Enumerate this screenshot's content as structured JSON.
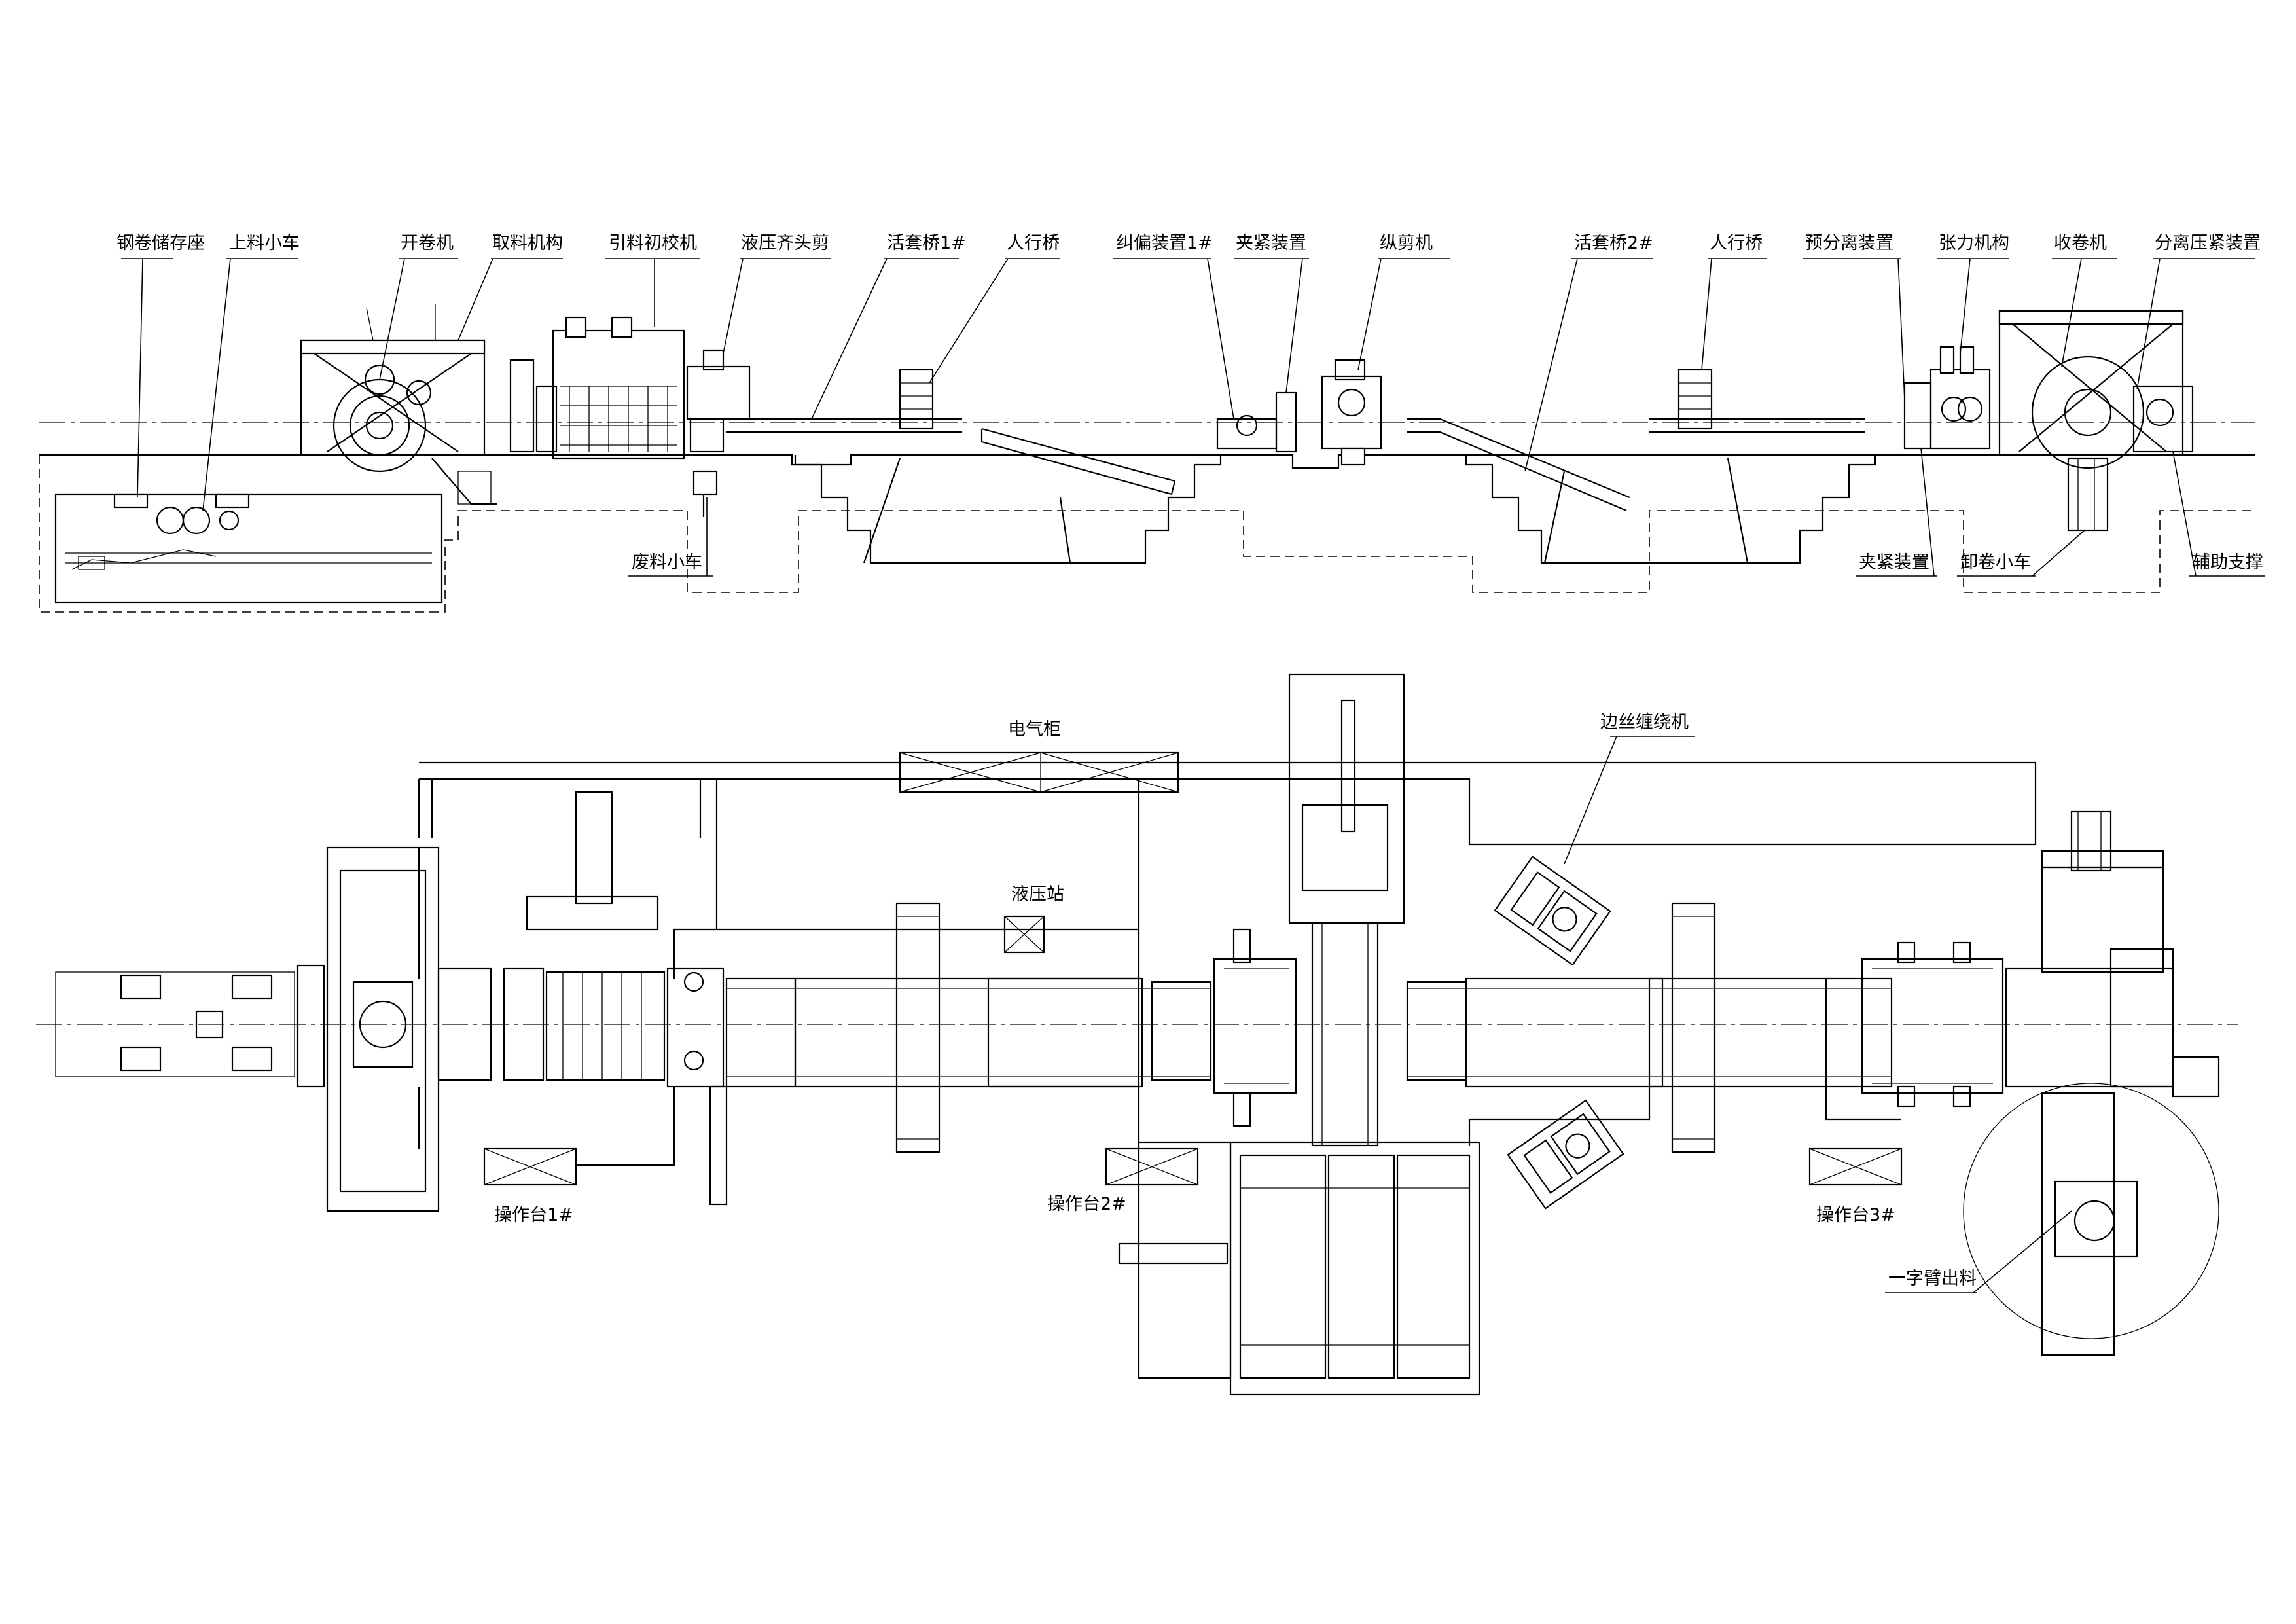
{
  "diagram": {
    "top_labels": [
      "钢卷储存座",
      "上料小车",
      "开卷机",
      "取料机构",
      "引料初校机",
      "液压齐头剪",
      "活套桥1#",
      "人行桥",
      "纠偏装置1#",
      "夹紧装置",
      "纵剪机",
      "活套桥2#",
      "人行桥",
      "预分离装置",
      "张力机构",
      "收卷机",
      "分离压紧装置"
    ],
    "bottom_side_labels": [
      "废料小车",
      "夹紧装置",
      "卸卷小车",
      "辅助支撑"
    ],
    "plan_labels": {
      "cabinet": "电气柜",
      "hydraulic": "液压站",
      "edge_winder": "边丝缠绕机",
      "console_1": "操作台1#",
      "console_2": "操作台2#",
      "console_3": "操作台3#",
      "unload_arm": "一字臂出料"
    }
  }
}
